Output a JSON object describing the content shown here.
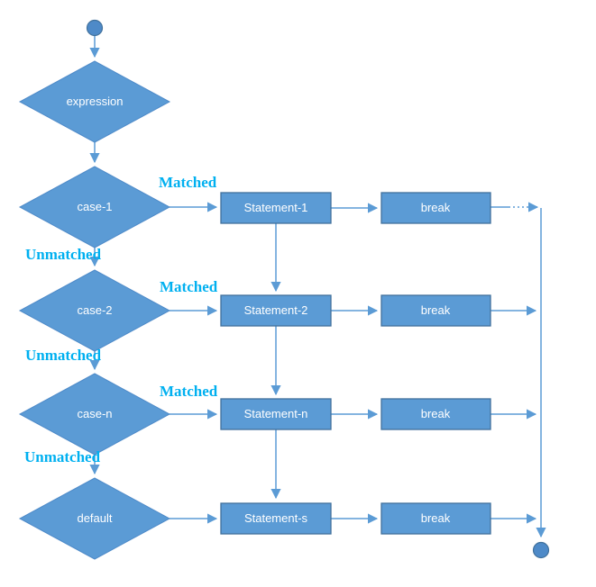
{
  "diagram": {
    "type": "flowchart",
    "subject": "switch statement control flow",
    "colors": {
      "shape_fill": "#5b9bd5",
      "shape_border": "#41719c",
      "connector": "#5b9bd5",
      "edge_label": "#00b0f0",
      "shape_text": "#ffffff",
      "background": "#ffffff"
    },
    "nodes": {
      "expression": {
        "label": "expression"
      },
      "case_1": {
        "label": "case-1"
      },
      "case_2": {
        "label": "case-2"
      },
      "case_n": {
        "label": "case-n"
      },
      "default_case": {
        "label": "default"
      },
      "statement_1": {
        "label": "Statement-1"
      },
      "statement_2": {
        "label": "Statement-2"
      },
      "statement_n": {
        "label": "Statement-n"
      },
      "statement_s": {
        "label": "Statement-s"
      },
      "break_1": {
        "label": "break"
      },
      "break_2": {
        "label": "break"
      },
      "break_3": {
        "label": "break"
      },
      "break_4": {
        "label": "break"
      }
    },
    "edge_labels": {
      "matched_1": "Matched",
      "matched_2": "Matched",
      "matched_3": "Matched",
      "unmatched_1": "Unmatched",
      "unmatched_2": "Unmatched",
      "unmatched_3": "Unmatched"
    }
  }
}
